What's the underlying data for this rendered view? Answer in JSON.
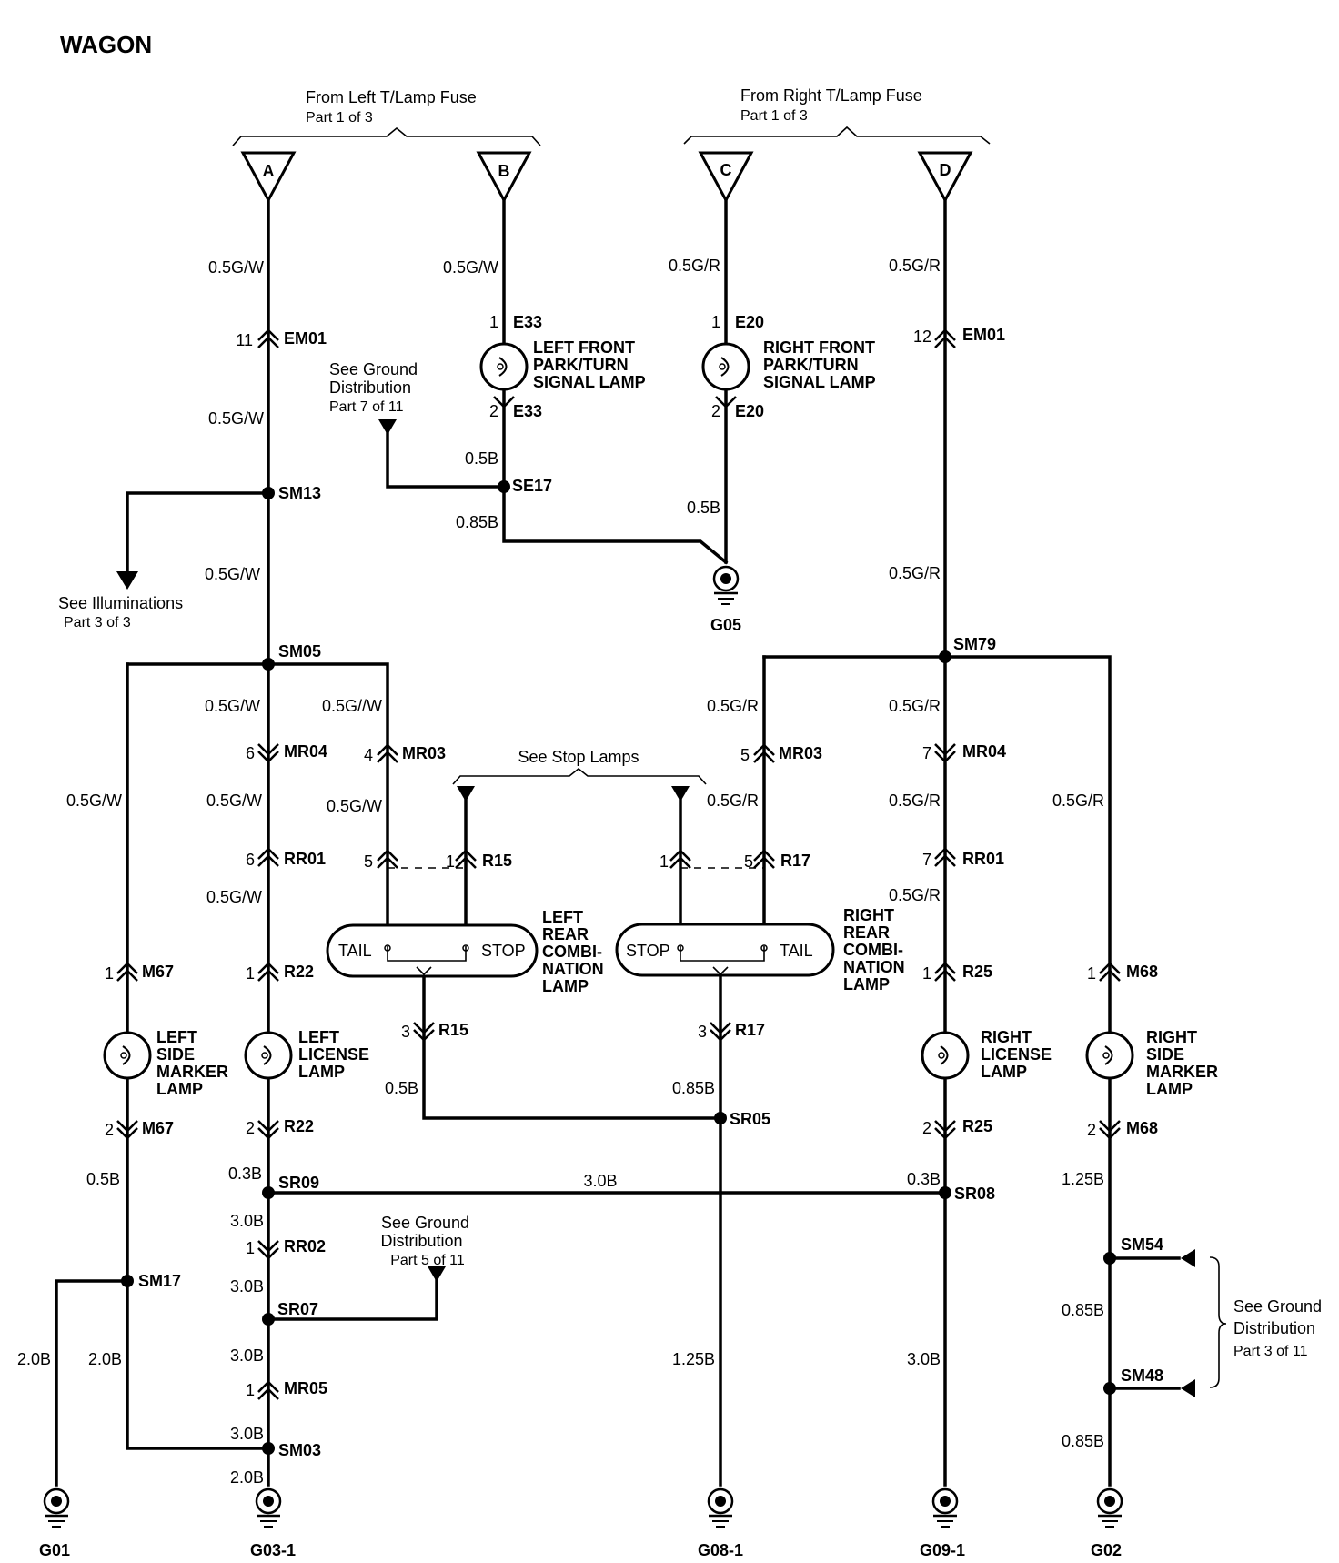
{
  "title": "WAGON",
  "fuse_left": {
    "line1": "From Left T/Lamp Fuse",
    "line2": "Part 1 of 3"
  },
  "fuse_right": {
    "line1": "From Right T/Lamp Fuse",
    "line2": "Part 1 of 3"
  },
  "inputs": [
    "A",
    "B",
    "C",
    "D"
  ],
  "wires": {
    "a1": "0.5G/W",
    "a2": "0.5G/W",
    "a3": "0.5G/W",
    "a4": "0.5G/W",
    "a5": "0.5G/W",
    "a6": "0.5G/W",
    "mr03l": "0.5G//W",
    "r15l": "0.5G/W",
    "sidel": "0.5G/W",
    "b1": "0.5G/W",
    "b2": "0.5B",
    "b3": "0.85B",
    "c1": "0.5G/R",
    "c2": "0.5B",
    "d1": "0.5G/R",
    "d2": "0.5G/R",
    "d3": "0.5G/R",
    "d4": "0.5G/R",
    "d5": "0.5G/R",
    "mr03r": "0.5G/R",
    "r17r": "0.5G/R",
    "sider": "0.5G/R",
    "r15b": "0.5B",
    "r17b": "0.85B",
    "m67b": "0.5B",
    "sm17l": "2.0B",
    "sm17r": "2.0B",
    "r22b": "0.3B",
    "sr09": "3.0B",
    "rr02": "3.0B",
    "sr07": "3.0B",
    "mr05a": "3.0B",
    "mr05b": "3.0B",
    "sm03": "2.0B",
    "bus": "3.0B",
    "r25b": "0.3B",
    "g09": "3.0B",
    "g08": "1.25B",
    "m68b": "1.25B",
    "sm54": "0.85B",
    "sm48": "0.85B"
  },
  "connectors": {
    "em01l": {
      "pin": "11",
      "name": "EM01"
    },
    "em01r": {
      "pin": "12",
      "name": "EM01"
    },
    "e33a": {
      "pin": "1",
      "name": "E33"
    },
    "e33b": {
      "pin": "2",
      "name": "E33"
    },
    "e20a": {
      "pin": "1",
      "name": "E20"
    },
    "e20b": {
      "pin": "2",
      "name": "E20"
    },
    "mr04l": {
      "pin": "6",
      "name": "MR04"
    },
    "mr03l": {
      "pin": "4",
      "name": "MR03"
    },
    "mr03r": {
      "pin": "5",
      "name": "MR03"
    },
    "mr04r": {
      "pin": "7",
      "name": "MR04"
    },
    "rr01l": {
      "pin": "6",
      "name": "RR01"
    },
    "rr01r": {
      "pin": "7",
      "name": "RR01"
    },
    "r15a": {
      "pin": "5"
    },
    "r15b": {
      "pin": "1",
      "name": "R15"
    },
    "r17a": {
      "pin": "1"
    },
    "r17b": {
      "pin": "5",
      "name": "R17"
    },
    "m67a": {
      "pin": "1",
      "name": "M67"
    },
    "m67b": {
      "pin": "2",
      "name": "M67"
    },
    "r22a": {
      "pin": "1",
      "name": "R22"
    },
    "r22b": {
      "pin": "2",
      "name": "R22"
    },
    "r15c": {
      "pin": "3",
      "name": "R15"
    },
    "r17c": {
      "pin": "3",
      "name": "R17"
    },
    "r25a": {
      "pin": "1",
      "name": "R25"
    },
    "r25b": {
      "pin": "2",
      "name": "R25"
    },
    "m68a": {
      "pin": "1",
      "name": "M68"
    },
    "m68b": {
      "pin": "2",
      "name": "M68"
    },
    "rr02": {
      "pin": "1",
      "name": "RR02"
    },
    "mr05": {
      "pin": "1",
      "name": "MR05"
    }
  },
  "splices": [
    "SM13",
    "SE17",
    "SM05",
    "SM79",
    "SR05",
    "SR09",
    "SR08",
    "SM17",
    "SR07",
    "SM03",
    "SM54",
    "SM48"
  ],
  "grounds": [
    "G05",
    "G01",
    "G03-1",
    "G08-1",
    "G09-1",
    "G02"
  ],
  "lamps": {
    "lf_turn": [
      "LEFT FRONT",
      "PARK/TURN",
      "SIGNAL LAMP"
    ],
    "rf_turn": [
      "RIGHT FRONT",
      "PARK/TURN",
      "SIGNAL LAMP"
    ],
    "l_side": [
      "LEFT",
      "SIDE",
      "MARKER",
      "LAMP"
    ],
    "l_lic": [
      "LEFT",
      "LICENSE",
      "LAMP"
    ],
    "r_lic": [
      "RIGHT",
      "LICENSE",
      "LAMP"
    ],
    "r_side": [
      "RIGHT",
      "SIDE",
      "MARKER",
      "LAMP"
    ],
    "l_rear": [
      "LEFT",
      "REAR",
      "COMBI-",
      "NATION",
      "LAMP"
    ],
    "r_rear": [
      "RIGHT",
      "REAR",
      "COMBI-",
      "NATION",
      "LAMP"
    ]
  },
  "rear_labels": {
    "tail": "TAIL",
    "stop": "STOP"
  },
  "refs": {
    "gd7": [
      "See Ground",
      "Distribution",
      "Part 7 of 11"
    ],
    "illum": [
      "See Illuminations",
      "Part 3 of 3"
    ],
    "stop": "See Stop Lamps",
    "gd5": [
      "See Ground",
      "Distribution",
      "Part 5 of 11"
    ],
    "gd3": [
      "See Ground",
      "Distribution",
      "Part 3 of 11"
    ]
  }
}
